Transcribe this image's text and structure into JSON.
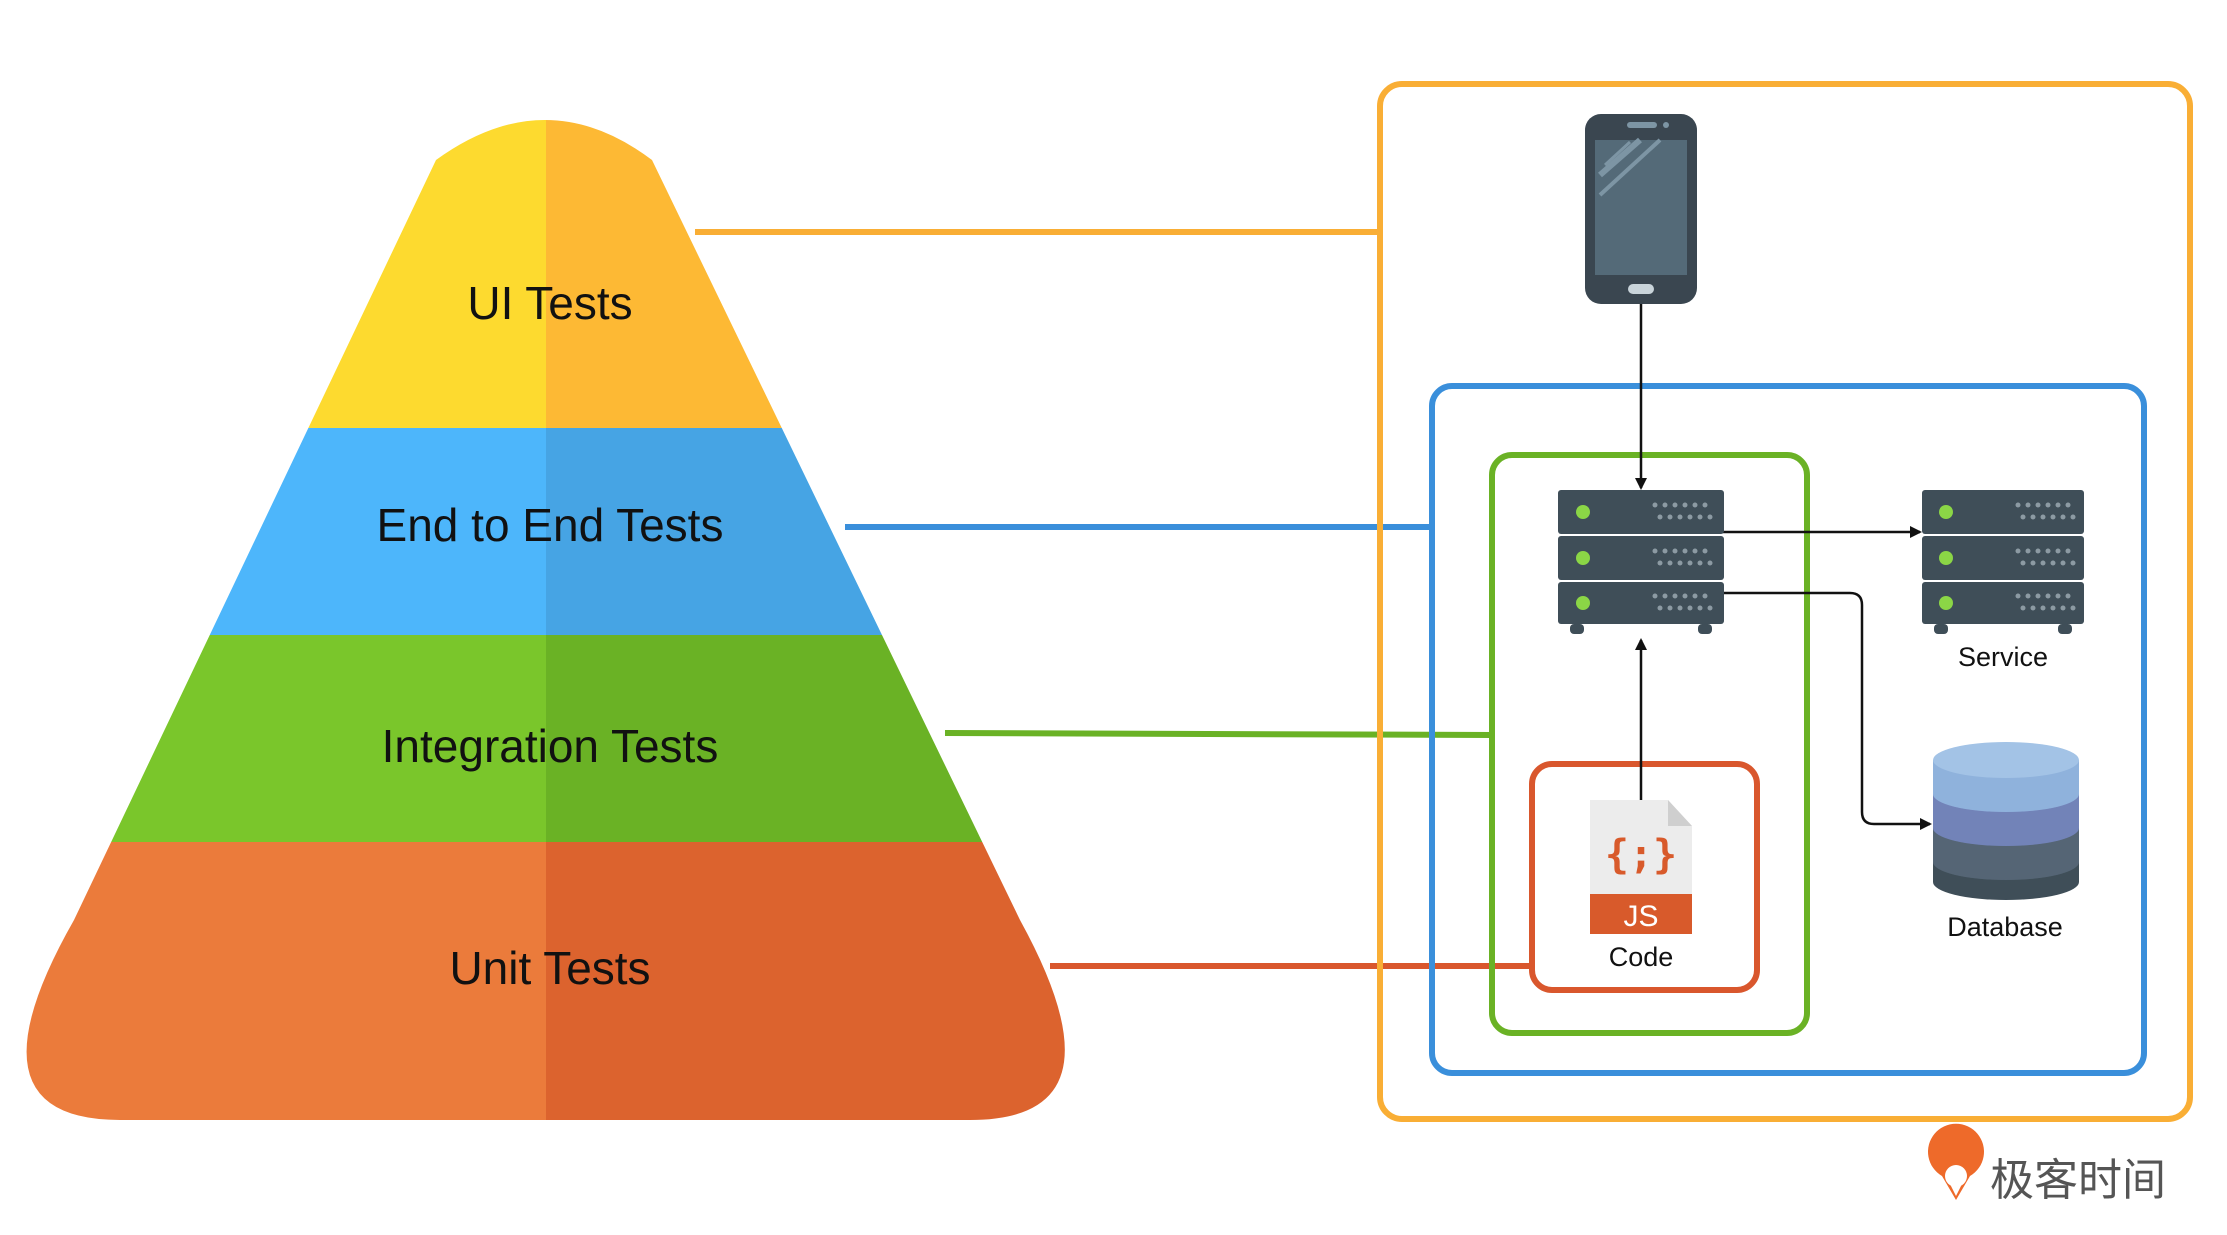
{
  "pyramid": {
    "tiers": [
      {
        "label": "UI Tests",
        "color_light": "#FDDA2F",
        "color_dark": "#FDB934",
        "line_color": "#F9AE35"
      },
      {
        "label": "End to End Tests",
        "color_light": "#4DB6FB",
        "color_dark": "#46A4E4",
        "line_color": "#3A8FDB"
      },
      {
        "label": "Integration Tests",
        "color_light": "#7AC62B",
        "color_dark": "#6AB225",
        "line_color": "#6AB225"
      },
      {
        "label": "Unit Tests",
        "color_light": "#EB7B3B",
        "color_dark": "#DC632E",
        "line_color": "#D9572D"
      }
    ]
  },
  "architecture": {
    "ui_scope_color": "#F9AE35",
    "e2e_scope_color": "#3A8FDB",
    "integration_scope_color": "#6AB225",
    "unit_scope_color": "#D9572D",
    "code_label": "Code",
    "code_badge": "JS",
    "code_glyph": "{;}",
    "service_label": "Service",
    "database_label": "Database",
    "icons": [
      "mobile-phone-icon",
      "server-icon",
      "service-server-icon",
      "database-icon",
      "js-file-icon"
    ]
  },
  "brand": {
    "name": "极客时间",
    "logo_color": "#EE6A2A"
  }
}
